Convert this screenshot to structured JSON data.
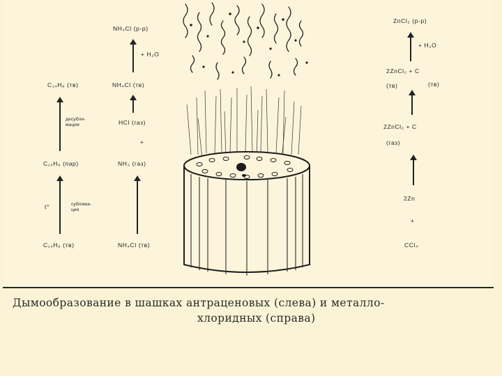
{
  "left_column": {
    "top": "C₁₄H₈ (тв)",
    "middle": "C₁₄H₈ (пар)",
    "bottom": "C₁₄H₈ (тв)",
    "upper_arrow_note": "десубли-мация",
    "lower_arrow_note_left": "t°",
    "lower_arrow_note_right": "сублима-ция"
  },
  "center_column": {
    "top": "NH₄Cl (р-р)",
    "top_arrow_note": "+ H₂O",
    "upper": "NH₄Cl (тв)",
    "mid": "HCl (газ)",
    "plus": "+",
    "lower": "NH₃ (газ)",
    "bottom": "NH₄Cl (тв)"
  },
  "right_column": {
    "top": "ZnCl₂ (р-р)",
    "top_arrow_note": "+ H₂O",
    "r1_a": "2ZnCl₂ + C",
    "r1_b": "(тв)",
    "r1_c": "(тв)",
    "r2_a": "2ZnCl₂ + C",
    "r2_b": "(газ)",
    "r3": "2Zn",
    "plus": "+",
    "bottom": "CCl₄"
  },
  "caption": {
    "line1": "Дымообразование в шашках антраценовых (слева) и металло-",
    "line2": "хлоридных (справа)"
  }
}
